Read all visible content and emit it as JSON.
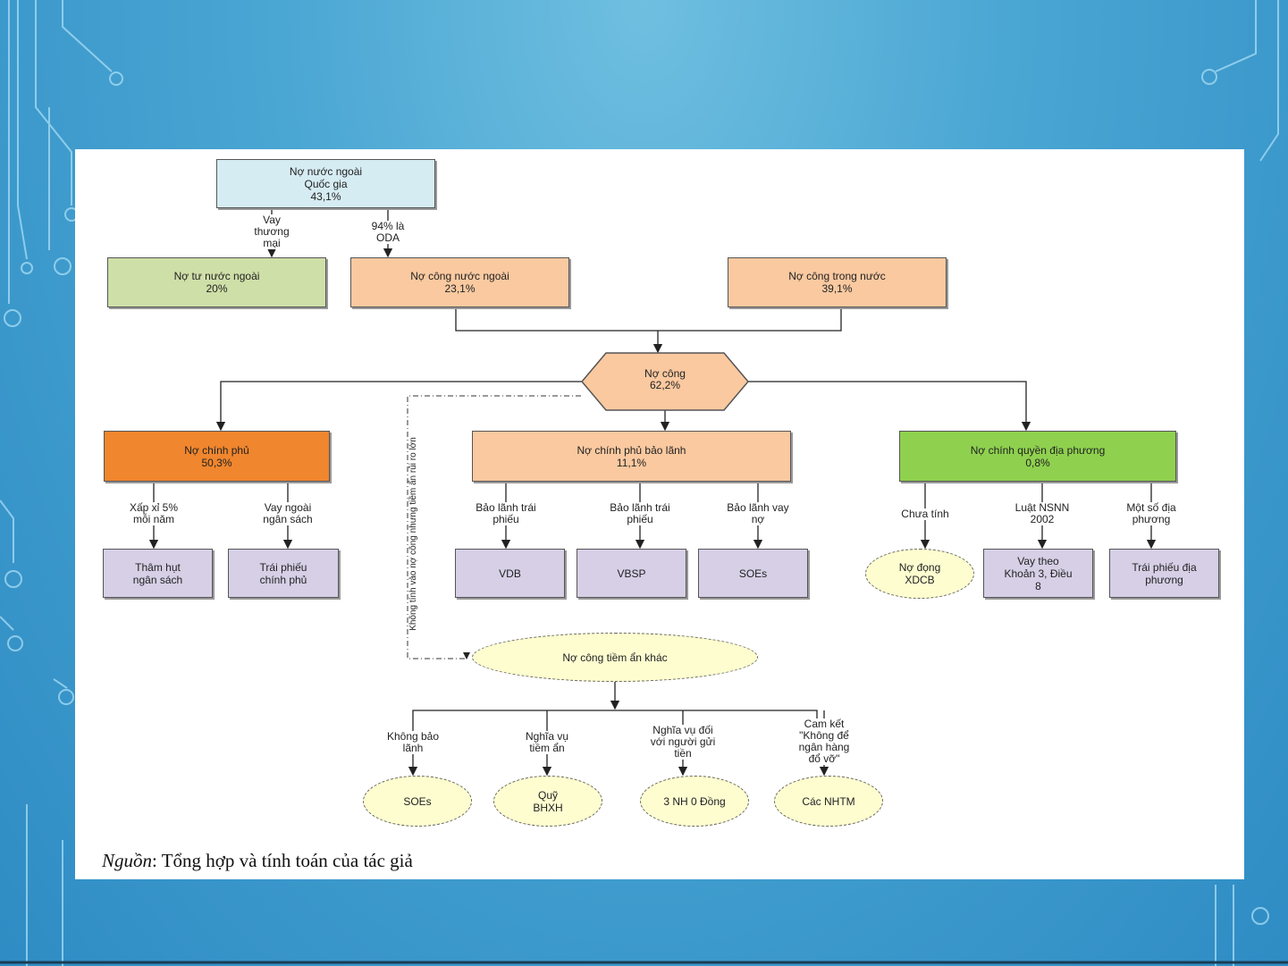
{
  "colors": {
    "light_blue": "#d6ecf3",
    "green_light": "#cfdfa8",
    "peach": "#fac9a0",
    "orange": "#f0862e",
    "bright_green": "#8fd14f",
    "lavender": "#d6cfe6",
    "yellow_oval": "#fdfdd0"
  },
  "boxes": {
    "ext_national": [
      "Nợ nước ngoài",
      "Quốc gia",
      "43,1%"
    ],
    "private_external": [
      "Nợ tư nước ngoài",
      "20%"
    ],
    "public_external": [
      "Nợ công nước ngoài",
      "23,1%"
    ],
    "public_domestic": [
      "Nợ công trong nước",
      "39,1%"
    ],
    "public_debt": [
      "Nợ công",
      "62,2%"
    ],
    "gov_debt": [
      "Nợ chính phủ",
      "50,3%"
    ],
    "gov_guaranteed": [
      "Nợ chính phủ bảo lãnh",
      "11,1%"
    ],
    "local_gov": [
      "Nợ chính quyền địa phương",
      "0,8%"
    ],
    "budget_deficit": [
      "Thâm hụt",
      "ngân sách"
    ],
    "gov_bonds": [
      "Trái phiếu",
      "chính phủ"
    ],
    "vdb": [
      "VDB"
    ],
    "vbsp": [
      "VBSP"
    ],
    "soes_guaranteed": [
      "SOEs"
    ],
    "xdcb_debt": [
      "Nợ đọng",
      "XDCB"
    ],
    "clause_loan": [
      "Vay theo",
      "Khoản 3, Điều",
      "8"
    ],
    "local_bonds": [
      "Trái phiếu địa",
      "phương"
    ],
    "contingent": [
      "Nợ công tiềm ẩn khác"
    ],
    "soes_contingent": [
      "SOEs"
    ],
    "social_fund": [
      "Quỹ",
      "BHXH"
    ],
    "zero_dong_banks": [
      "3 NH 0 Đồng"
    ],
    "commercial_banks": [
      "Các NHTM"
    ]
  },
  "labels": {
    "commercial_loan": [
      "Vay",
      "thương",
      "mại"
    ],
    "oda": [
      "94% là",
      "ODA"
    ],
    "approx_5": [
      "Xấp xỉ 5%",
      "mỗi năm"
    ],
    "off_budget": [
      "Vay ngoài",
      "ngân sách"
    ],
    "bond_guarantee_1": [
      "Bảo lãnh trái",
      "phiếu"
    ],
    "bond_guarantee_2": [
      "Bảo lãnh trái",
      "phiếu"
    ],
    "loan_guarantee": [
      "Bảo lãnh vay",
      "nợ"
    ],
    "not_counted": [
      "Chưa tính"
    ],
    "budget_law": [
      "Luật NSNN",
      "2002"
    ],
    "some_localities": [
      "Một số địa",
      "phương"
    ],
    "no_guarantee": [
      "Không bảo",
      "lãnh"
    ],
    "contingent_obligation": [
      "Nghĩa vụ",
      "tiềm ẩn"
    ],
    "depositor_obligation": [
      "Nghĩa vụ đối",
      "với người gửi",
      "tiền"
    ],
    "no_collapse_commitment": [
      "Cam kết",
      "\"Không để",
      "ngân hàng",
      "đổ vỡ\""
    ]
  },
  "vertical_note": "Không tính vào nợ công nhưng tiềm ẩn rủi ro lớn",
  "source": {
    "prefix": "Nguồn",
    "text": ": Tổng hợp và tính toán của tác giả"
  }
}
